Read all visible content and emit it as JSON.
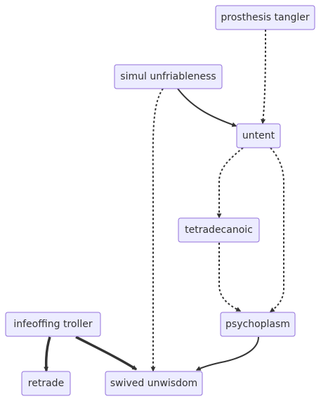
{
  "nodes": [
    {
      "id": "prosthesis",
      "label": "prosthesis tangler"
    },
    {
      "id": "simul",
      "label": "simul unfriableness"
    },
    {
      "id": "untent",
      "label": "untent"
    },
    {
      "id": "tetradecanoic",
      "label": "tetradecanoic"
    },
    {
      "id": "infeoffing",
      "label": "infeoffing troller"
    },
    {
      "id": "psychoplasm",
      "label": "psychoplasm"
    },
    {
      "id": "retrade",
      "label": "retrade"
    },
    {
      "id": "swived",
      "label": "swived unwisdom"
    }
  ],
  "edges": [
    {
      "from": "prosthesis",
      "to": "untent",
      "style": "dotted"
    },
    {
      "from": "simul",
      "to": "untent",
      "style": "solid"
    },
    {
      "from": "simul",
      "to": "swived",
      "style": "dotted"
    },
    {
      "from": "untent",
      "to": "tetradecanoic",
      "style": "dotted"
    },
    {
      "from": "untent",
      "to": "psychoplasm",
      "style": "dotted"
    },
    {
      "from": "tetradecanoic",
      "to": "psychoplasm",
      "style": "dotted"
    },
    {
      "from": "infeoffing",
      "to": "retrade",
      "style": "thick"
    },
    {
      "from": "infeoffing",
      "to": "swived",
      "style": "thick"
    },
    {
      "from": "psychoplasm",
      "to": "swived",
      "style": "solid"
    }
  ]
}
